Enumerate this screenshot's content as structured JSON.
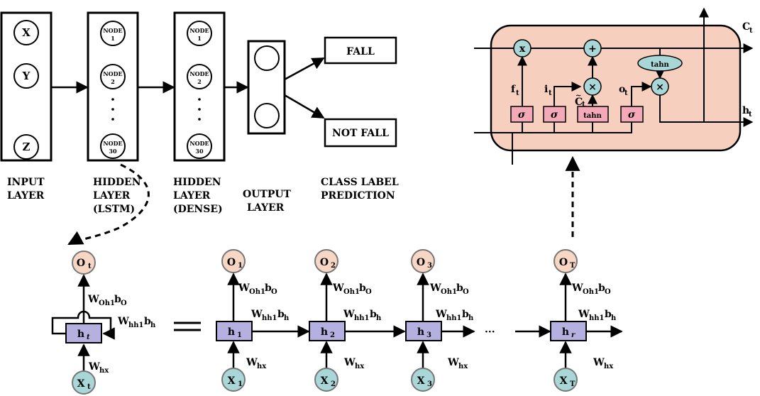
{
  "input_layer": {
    "nodes": [
      "X",
      "Y",
      "Z"
    ],
    "label": [
      "INPUT",
      "LAYER"
    ]
  },
  "hidden_lstm": {
    "nodes": [
      "NODE",
      "NODE",
      "NODE"
    ],
    "node_nums": [
      "1",
      "2",
      "30"
    ],
    "label": [
      "HIDDEN",
      "LAYER",
      "(LSTM)"
    ]
  },
  "hidden_dense": {
    "nodes": [
      "NODE",
      "NODE",
      "NODE"
    ],
    "node_nums": [
      "1",
      "2",
      "30"
    ],
    "label": [
      "HIDDEN",
      "LAYER",
      "(DENSE)"
    ]
  },
  "output_layer": {
    "label": [
      "OUTPUT",
      "LAYER"
    ]
  },
  "prediction": {
    "fall": "FALL",
    "not_fall": "NOT FALL",
    "label": [
      "CLASS LABEL",
      "PREDICTION"
    ]
  },
  "lstm_cell": {
    "ops": {
      "mult_x": "x",
      "plus": "+",
      "times": "×",
      "tanh_top": "tahn"
    },
    "gates": {
      "sigma": "σ",
      "tanh": "tahn"
    },
    "labels": {
      "f": "f",
      "f_sub": "t",
      "i": "i",
      "i_sub": "t",
      "c": "C",
      "c_sub": "t",
      "o": "o",
      "o_sub": "t",
      "ct": "C",
      "ct_sub": "t",
      "ht": "h",
      "ht_sub": "t"
    }
  },
  "rnn": {
    "folded": {
      "out": "O",
      "out_sub": "t",
      "hidden": "h",
      "hidden_sub": "t",
      "input": "X",
      "input_sub": "t"
    },
    "equals": "=",
    "steps": [
      {
        "out_sub": "1",
        "hidden_sub": "1",
        "input_sub": "1"
      },
      {
        "out_sub": "2",
        "hidden_sub": "2",
        "input_sub": "2"
      },
      {
        "out_sub": "3",
        "hidden_sub": "3",
        "input_sub": "3"
      },
      {
        "out_sub": "T",
        "hidden_sub": "r",
        "input_sub": "T"
      }
    ],
    "ellipsis": "···",
    "w_oh": "W",
    "w_oh_sub": "Oh1",
    "b_o": "b",
    "b_o_sub": "O",
    "w_hh": "W",
    "w_hh_sub": "hh1",
    "b_h": "b",
    "b_h_sub": "h",
    "w_hx": "W",
    "w_hx_sub": "hx"
  }
}
